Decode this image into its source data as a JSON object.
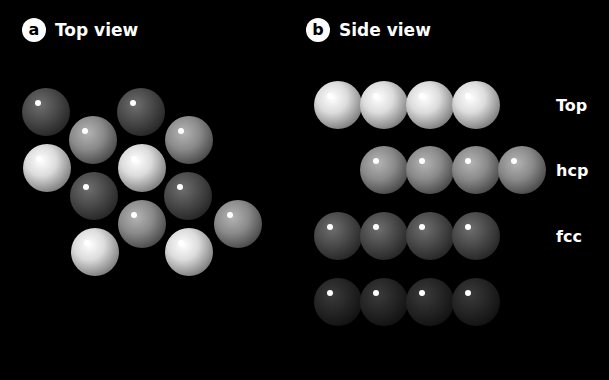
{
  "diagram": {
    "nodes": [
      {
        "text": [
          "a",
          "Top view"
        ]
      },
      {
        "text": [
          "b",
          "Side view"
        ]
      }
    ],
    "labels": [
      "Top",
      "hcp",
      "fcc"
    ]
  }
}
